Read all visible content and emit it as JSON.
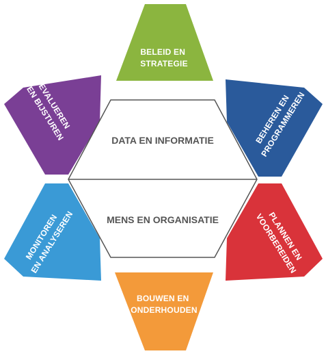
{
  "center": {
    "top_label": "DATA EN INFORMATIE",
    "bottom_label": "MENS EN ORGANISATIE"
  },
  "segments": [
    {
      "id": "beleid",
      "lines": [
        "BELEID EN",
        "STRATEGIE"
      ],
      "color": "#8bb53f"
    },
    {
      "id": "beheren",
      "lines": [
        "BEHEREN EN",
        "PROGRAMMEREN"
      ],
      "color": "#2a5a9b"
    },
    {
      "id": "plannen",
      "lines": [
        "PLANNEN EN",
        "VOORBEREIDEN"
      ],
      "color": "#d9333a"
    },
    {
      "id": "bouwen",
      "lines": [
        "BOUWEN EN",
        "ONDERHOUDEN"
      ],
      "color": "#f39a3a"
    },
    {
      "id": "monitoren",
      "lines": [
        "MONITOREN",
        "EN ANALYSEREN"
      ],
      "color": "#3a9ad6"
    },
    {
      "id": "evalueren",
      "lines": [
        "EVALUEREN",
        "EN BIJSTUREN"
      ],
      "color": "#7a3f95"
    }
  ],
  "colors": {
    "hex_border": "#555555",
    "center_text": "#555555"
  }
}
